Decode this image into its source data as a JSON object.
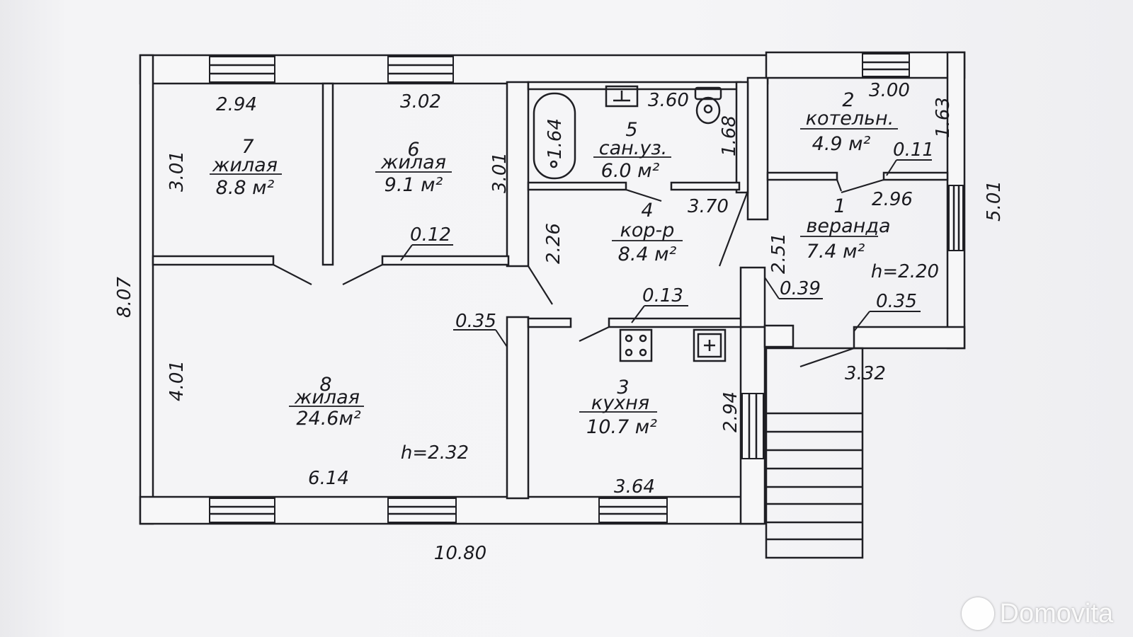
{
  "plan": {
    "overall_width": "10.80",
    "overall_depth": "8.07",
    "veranda_depth": "5.01",
    "rooms": [
      {
        "number": "7",
        "name": "жилая",
        "area": "8.8 м²",
        "dims": [
          "2.94",
          "3.01"
        ]
      },
      {
        "number": "6",
        "name": "жилая",
        "area": "9.1 м²",
        "dims": [
          "3.02",
          "3.01"
        ]
      },
      {
        "number": "5",
        "name": "сан.уз.",
        "area": "6.0 м²",
        "dims": [
          "3.60",
          "1.68",
          "1.64"
        ]
      },
      {
        "number": "4",
        "name": "кор-р",
        "area": "8.4 м²",
        "dims": [
          "3.70",
          "2.26"
        ]
      },
      {
        "number": "2",
        "name": "котельн.",
        "area": "4.9 м²",
        "dims": [
          "3.00",
          "1.63"
        ]
      },
      {
        "number": "1",
        "name": "веранда",
        "area": "7.4 м²",
        "dims": [
          "2.96",
          "2.51"
        ]
      },
      {
        "number": "8",
        "name": "жилая",
        "area": "24.6м²",
        "dims": [
          "6.14",
          "4.01"
        ]
      },
      {
        "number": "3",
        "name": "кухня",
        "area": "10.7 м²",
        "dims": [
          "3.64",
          "2.94"
        ]
      }
    ],
    "wall_thickness": [
      "0.12",
      "0.35",
      "0.13",
      "0.11",
      "0.39",
      "0.35"
    ],
    "veranda_side": "3.32",
    "heights": [
      "h=2.32",
      "h=2.20"
    ]
  },
  "watermark": {
    "brand": "Domovita",
    "logo_icon": "domovita-logo-icon"
  }
}
